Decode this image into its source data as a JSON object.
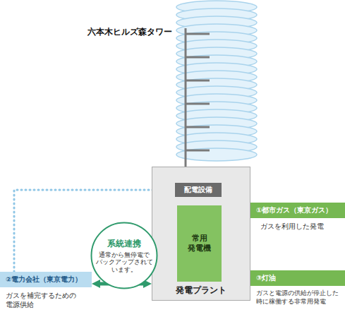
{
  "diagram": {
    "nodes": [
      {
        "text": [
          "発電プラント"
        ]
      },
      {
        "text": [
          "配電設備"
        ],
        "in": 0
      },
      {
        "text": [
          "常用 発電機"
        ],
        "in": 0
      },
      {
        "text": [
          "①都市ガス（東京ガス）",
          "ガスを利用した発電"
        ]
      },
      {
        "text": [
          "系統連携",
          "通常から無停電で バックアップされて います。"
        ]
      },
      {
        "text": [
          "②電力会社（東京電力）",
          "ガスを補完するための 電源供給"
        ]
      },
      {
        "text": [
          "③灯油",
          "ガスと電源の供給が停止した 時に稼働する非常用発電"
        ]
      }
    ],
    "edges": [
      {
        "from": 3,
        "to": 2,
        "arrow": "to"
      },
      {
        "from": 5,
        "to": 1,
        "arrow": "to"
      },
      {
        "from": 5,
        "to": 0,
        "arrow": "both"
      },
      {
        "from": 6,
        "to": 2,
        "arrow": "to"
      }
    ],
    "labels": [
      "六本木ヒルズ森タワー"
    ]
  }
}
